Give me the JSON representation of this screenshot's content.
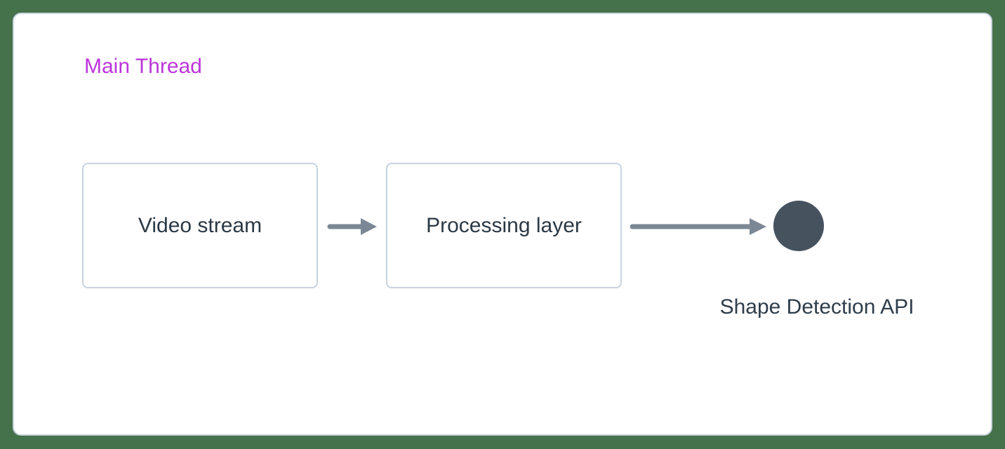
{
  "panel": {
    "title": "Main Thread"
  },
  "nodes": [
    {
      "id": "video-stream",
      "label": "Video stream",
      "type": "box"
    },
    {
      "id": "processing-layer",
      "label": "Processing layer",
      "type": "box"
    },
    {
      "id": "shape-detection-api",
      "label": "Shape Detection API",
      "type": "circle"
    }
  ],
  "connections": [
    {
      "from": "video-stream",
      "to": "processing-layer"
    },
    {
      "from": "processing-layer",
      "to": "shape-detection-api"
    }
  ],
  "colors": {
    "background": "#45724a",
    "card-bg": "#ffffff",
    "card-border": "#c9d3dd",
    "box-border": "#c9d3dd",
    "box-text": "#2c3945",
    "panel-title": "#bb35d9",
    "arrow": "#7b8794",
    "node-fill": "#47525f",
    "label-text": "#2f3d4b"
  }
}
